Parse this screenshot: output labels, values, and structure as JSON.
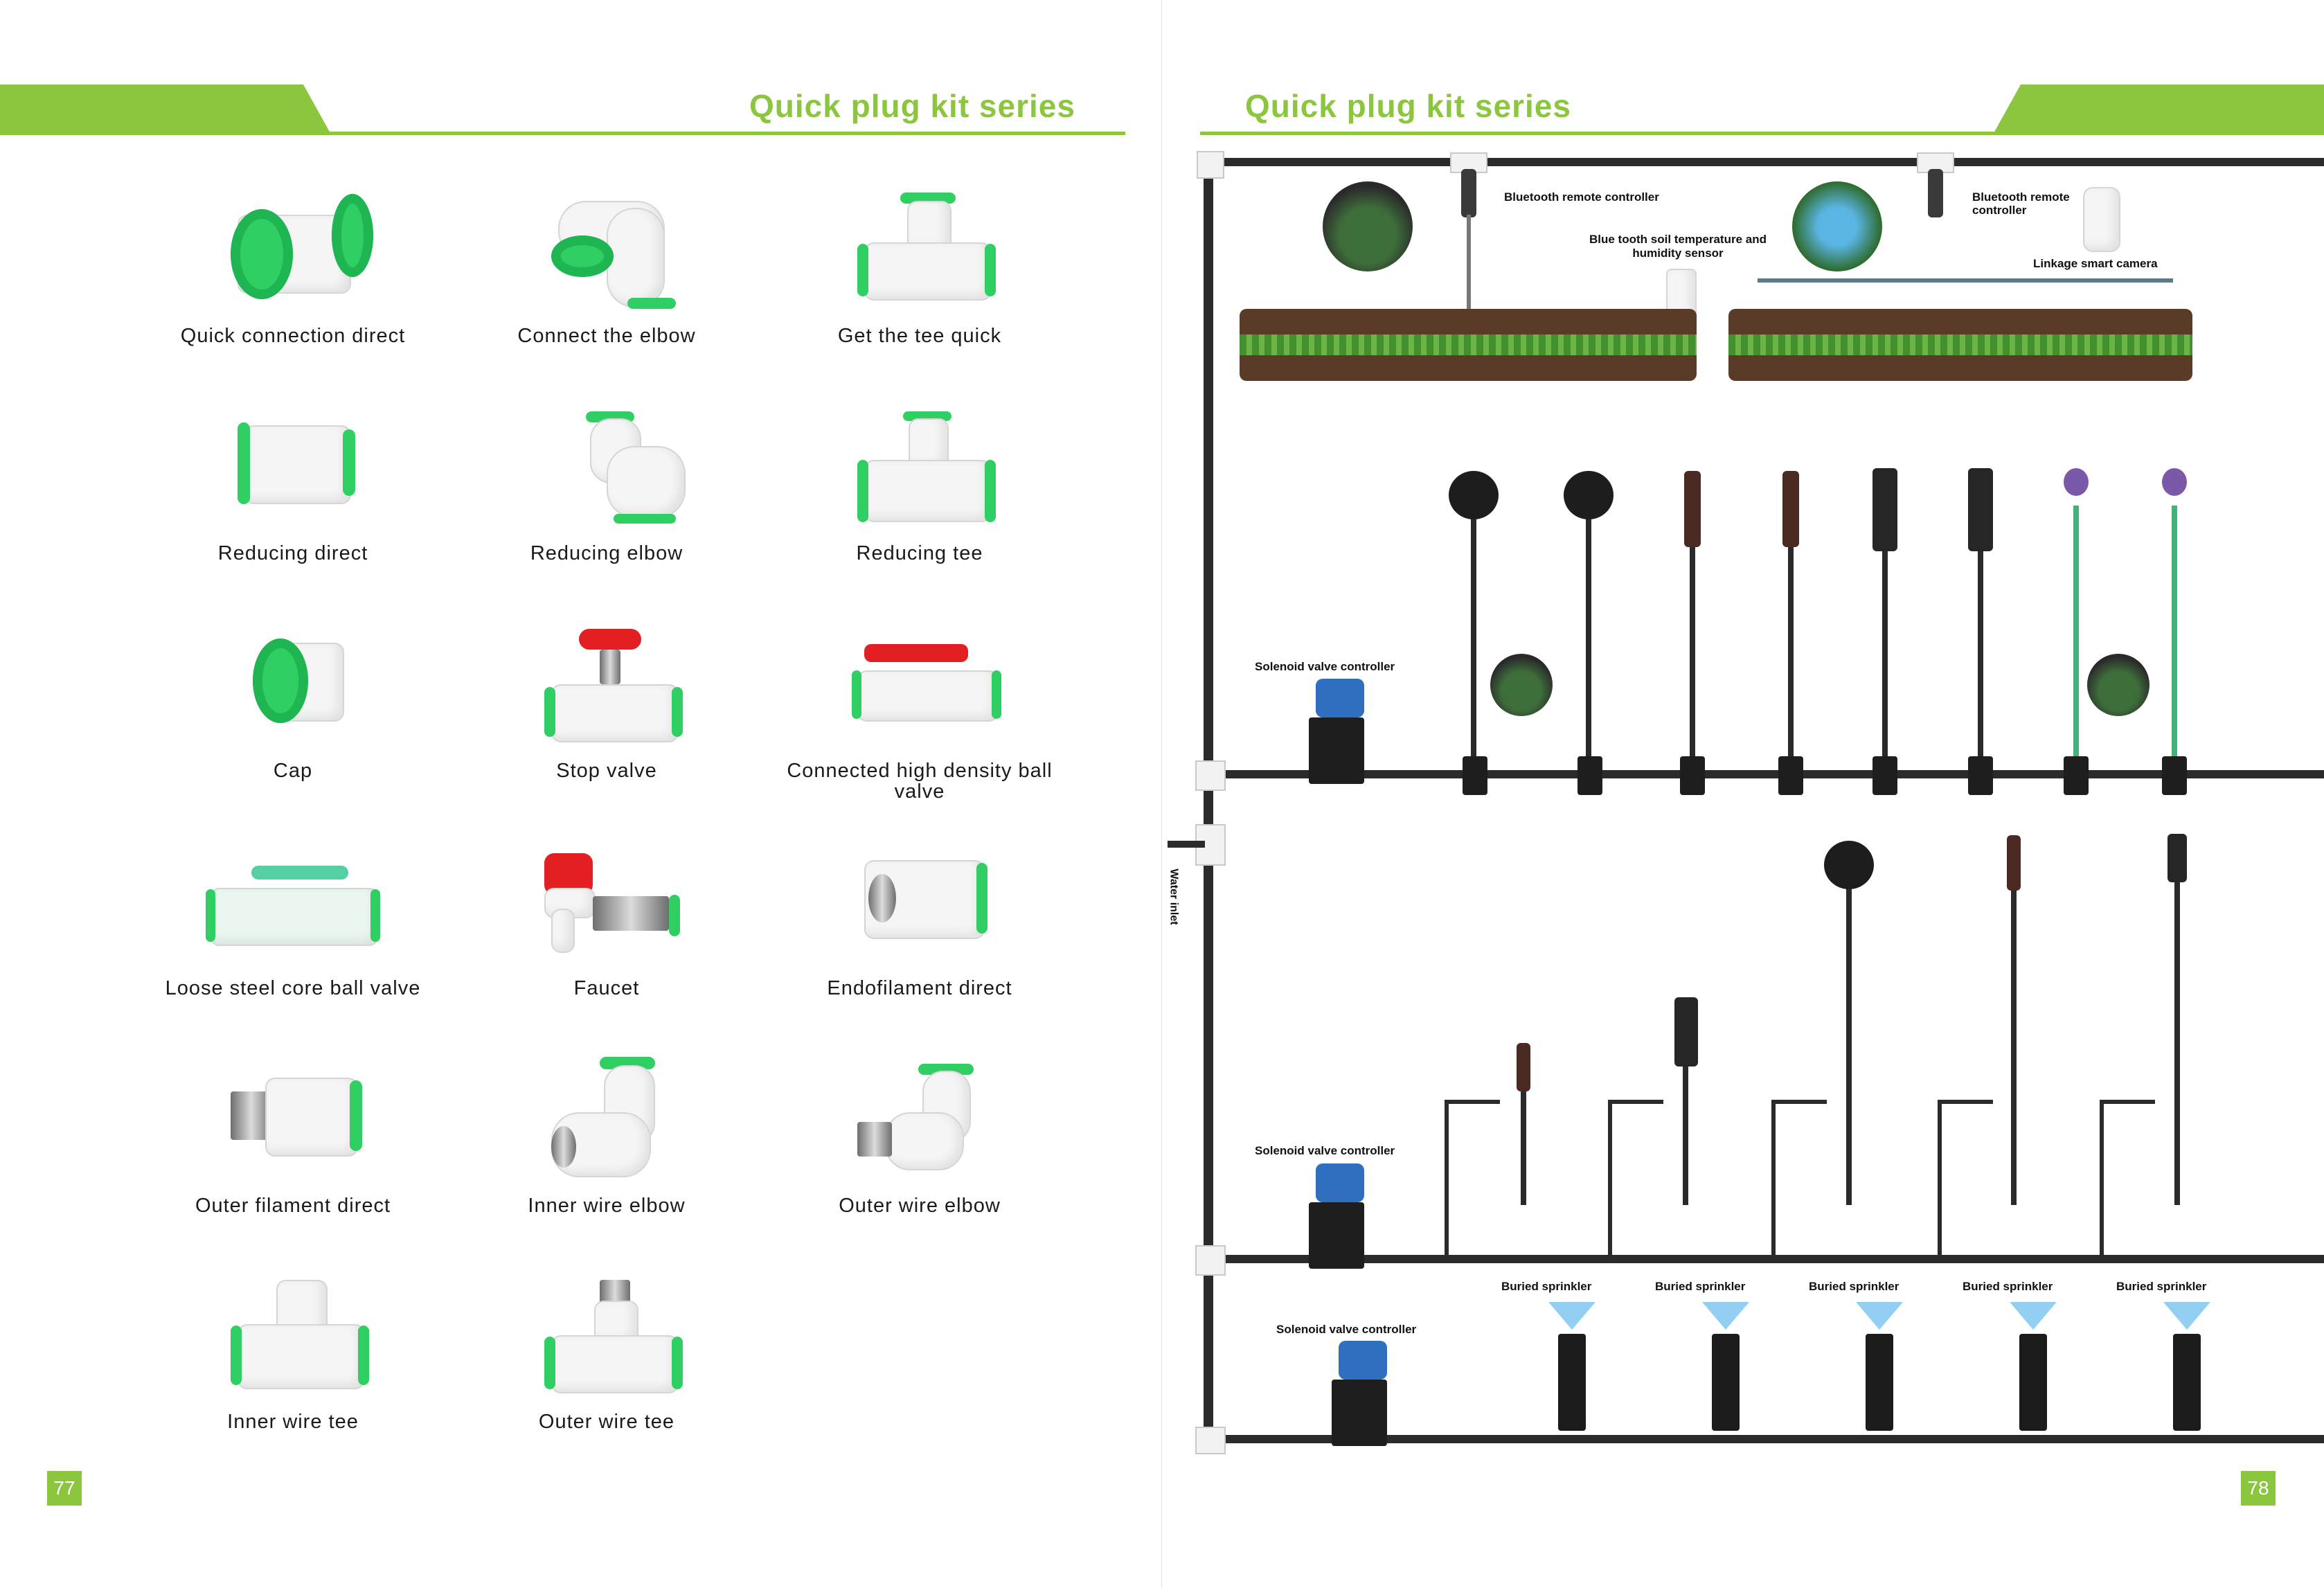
{
  "left": {
    "title": "Quick plug kit series",
    "page_number": "77",
    "products": [
      {
        "label": "Quick connection direct",
        "icon": "straight-coupling-icon"
      },
      {
        "label": "Connect the elbow",
        "icon": "elbow-icon"
      },
      {
        "label": "Get the tee quick",
        "icon": "tee-icon"
      },
      {
        "label": "Reducing direct",
        "icon": "reducing-coupling-icon"
      },
      {
        "label": "Reducing elbow",
        "icon": "reducing-elbow-icon"
      },
      {
        "label": "Reducing tee",
        "icon": "reducing-tee-icon"
      },
      {
        "label": "Cap",
        "icon": "cap-icon"
      },
      {
        "label": "Stop valve",
        "icon": "stop-valve-icon"
      },
      {
        "label": "Connected high density ball valve",
        "icon": "ball-valve-icon"
      },
      {
        "label": "Loose steel core ball valve",
        "icon": "steel-core-ball-valve-icon"
      },
      {
        "label": "Faucet",
        "icon": "faucet-icon"
      },
      {
        "label": "Endofilament direct",
        "icon": "inner-thread-coupling-icon"
      },
      {
        "label": "Outer filament direct",
        "icon": "outer-thread-coupling-icon"
      },
      {
        "label": "Inner wire elbow",
        "icon": "inner-thread-elbow-icon"
      },
      {
        "label": "Outer wire elbow",
        "icon": "outer-thread-elbow-icon"
      },
      {
        "label": "Inner wire tee",
        "icon": "inner-thread-tee-icon"
      },
      {
        "label": "Outer wire tee",
        "icon": "outer-thread-tee-icon"
      }
    ]
  },
  "right": {
    "title": "Quick plug kit series",
    "page_number": "78",
    "labels": {
      "bt_controller_1": "Bluetooth remote controller",
      "bt_controller_2": "Bluetooth remote controller",
      "soil_sensor": "Blue tooth soil temperature and humidity sensor",
      "camera": "Linkage smart camera",
      "solenoid_1": "Solenoid valve controller",
      "solenoid_2": "Solenoid valve controller",
      "solenoid_3": "Solenoid valve controller",
      "water_inlet": "Water inlet",
      "buried": "Buried sprinkler"
    },
    "colors": {
      "accent": "#8cc63f",
      "pipe": "#2b2b2b"
    }
  }
}
